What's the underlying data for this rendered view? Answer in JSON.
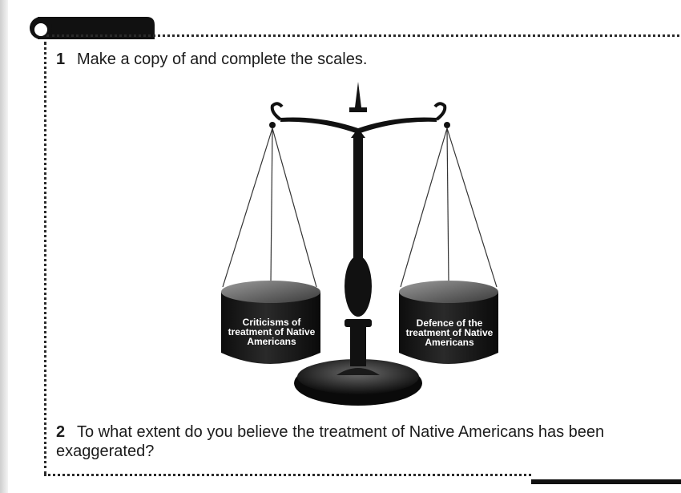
{
  "questions": [
    {
      "number": "1",
      "text": "Make a copy of and complete the scales."
    },
    {
      "number": "2",
      "text": "To what extent do you believe the treatment of Native Americans has been exaggerated?"
    }
  ],
  "scales": {
    "left_pan_label": "Criticisms of treatment of Native Americans",
    "right_pan_label": "Defence of the treatment of Native Americans"
  }
}
